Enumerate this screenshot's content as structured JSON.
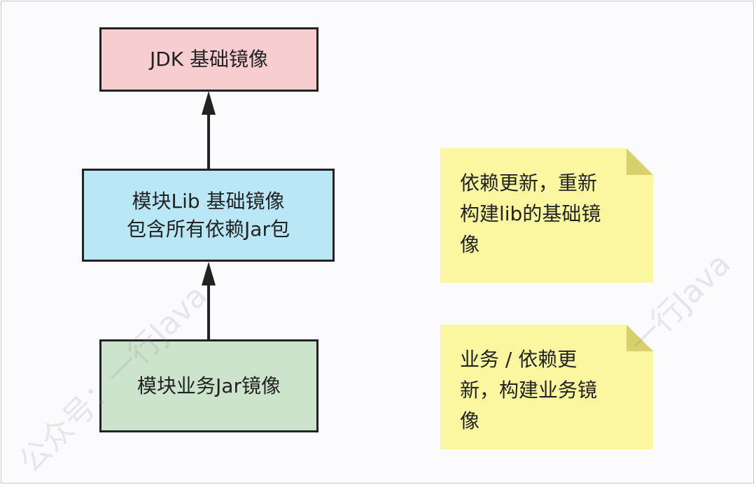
{
  "boxes": {
    "jdk": {
      "label": "JDK 基础镜像",
      "color": "#f8cdd0"
    },
    "lib": {
      "line1": "模块Lib 基础镜像",
      "line2": "包含所有依赖Jar包",
      "color": "#b9e7f5"
    },
    "app": {
      "label": "模块业务Jar镜像",
      "color": "#cde4cc"
    }
  },
  "notes": {
    "lib": {
      "lines": [
        "依赖更新，重新",
        "构建lib的基础镜",
        "像"
      ],
      "color": "#fbf6a0"
    },
    "app": {
      "lines": [
        "业务 / 依赖更",
        "新，构建业务镜",
        "像"
      ],
      "color": "#fbf6a0"
    }
  },
  "watermarks": {
    "left": "公众号：一行Java",
    "right": "一行Java"
  }
}
